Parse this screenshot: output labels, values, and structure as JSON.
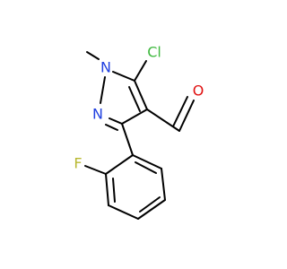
{
  "molecule": {
    "atoms": {
      "cl": {
        "label": "Cl",
        "color": "#3fb93f"
      },
      "o": {
        "label": "O",
        "color": "#e01010"
      },
      "n1": {
        "label": "N",
        "color": "#2040e0"
      },
      "n2": {
        "label": "N",
        "color": "#2040e0"
      },
      "f": {
        "label": "F",
        "color": "#b8b830"
      }
    },
    "bond_color": "#000000"
  }
}
